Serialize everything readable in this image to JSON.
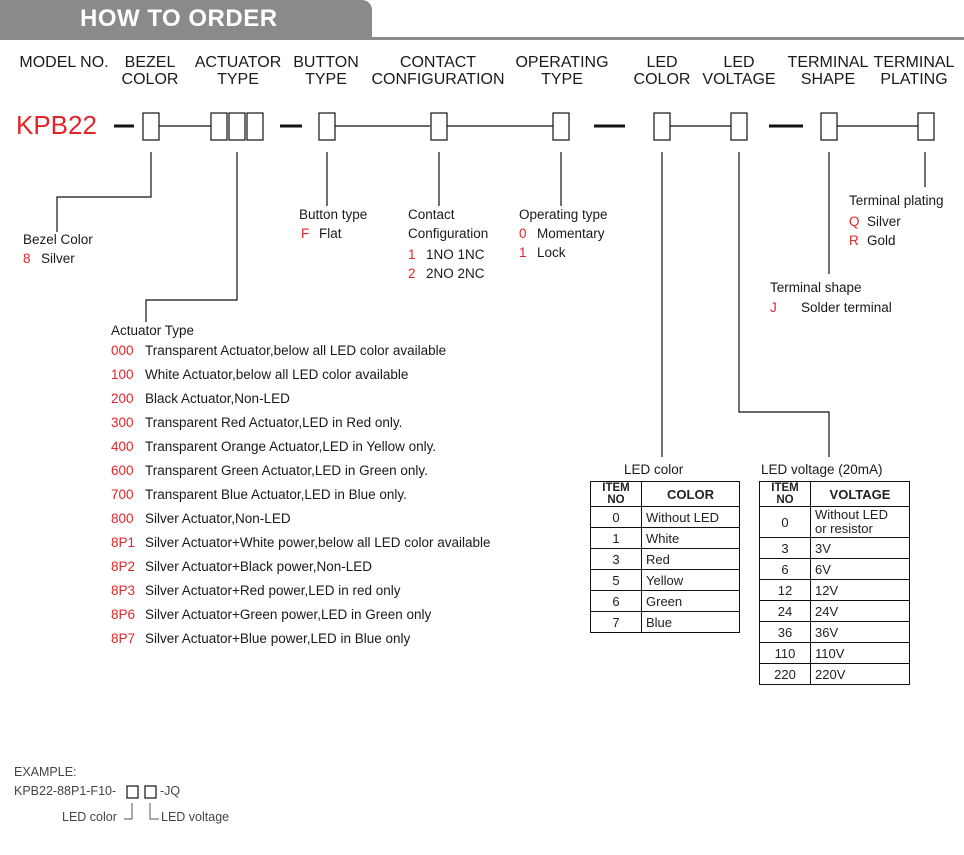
{
  "header": {
    "title": "HOW TO ORDER"
  },
  "columns": [
    {
      "id": "model",
      "line1": "MODEL NO.",
      "line2": ""
    },
    {
      "id": "bezel",
      "line1": "BEZEL",
      "line2": "COLOR"
    },
    {
      "id": "actuator",
      "line1": "ACTUATOR",
      "line2": "TYPE"
    },
    {
      "id": "button",
      "line1": "BUTTON",
      "line2": "TYPE"
    },
    {
      "id": "contact",
      "line1": "CONTACT",
      "line2": "CONFIGURATION"
    },
    {
      "id": "operating",
      "line1": "OPERATING",
      "line2": "TYPE"
    },
    {
      "id": "led_color",
      "line1": "LED",
      "line2": "COLOR"
    },
    {
      "id": "led_voltage",
      "line1": "LED",
      "line2": "VOLTAGE"
    },
    {
      "id": "terminal_shape",
      "line1": "TERMINAL",
      "line2": "SHAPE"
    },
    {
      "id": "terminal_plating",
      "line1": "TERMINAL",
      "line2": "PLATING"
    }
  ],
  "model_no": "KPB22",
  "bezel_color": {
    "title": "Bezel Color",
    "options": [
      {
        "code": "8",
        "desc": "Silver"
      }
    ]
  },
  "button_type": {
    "title": "Button type",
    "options": [
      {
        "code": "F",
        "desc": "Flat"
      }
    ]
  },
  "contact_config": {
    "title1": "Contact",
    "title2": "Configuration",
    "options": [
      {
        "code": "1",
        "desc": "1NO 1NC"
      },
      {
        "code": "2",
        "desc": "2NO 2NC"
      }
    ]
  },
  "operating_type": {
    "title": "Operating type",
    "options": [
      {
        "code": "0",
        "desc": "Momentary"
      },
      {
        "code": "1",
        "desc": "Lock"
      }
    ]
  },
  "terminal_plating": {
    "title": "Terminal plating",
    "options": [
      {
        "code": "Q",
        "desc": "Silver"
      },
      {
        "code": "R",
        "desc": "Gold"
      }
    ]
  },
  "terminal_shape": {
    "title": "Terminal shape",
    "options": [
      {
        "code": "J",
        "desc": "Solder terminal"
      }
    ]
  },
  "actuator_type": {
    "title": "Actuator Type",
    "options": [
      {
        "code": "000",
        "desc": "Transparent Actuator,below all LED color available"
      },
      {
        "code": "100",
        "desc": "White Actuator,below all LED color available"
      },
      {
        "code": "200",
        "desc": "Black Actuator,Non-LED"
      },
      {
        "code": "300",
        "desc": "Transparent Red Actuator,LED in Red only."
      },
      {
        "code": "400",
        "desc": "Transparent Orange Actuator,LED in Yellow only."
      },
      {
        "code": "600",
        "desc": "Transparent Green Actuator,LED in Green only."
      },
      {
        "code": "700",
        "desc": "Transparent Blue Actuator,LED in Blue only."
      },
      {
        "code": "800",
        "desc": "Silver Actuator,Non-LED"
      },
      {
        "code": "8P1",
        "desc": "Silver Actuator+White power,below all LED color available"
      },
      {
        "code": "8P2",
        "desc": "Silver Actuator+Black power,Non-LED"
      },
      {
        "code": "8P3",
        "desc": "Silver Actuator+Red power,LED in red only"
      },
      {
        "code": "8P6",
        "desc": "Silver Actuator+Green power,LED in Green only"
      },
      {
        "code": "8P7",
        "desc": "Silver Actuator+Blue power,LED in Blue only"
      }
    ]
  },
  "led_color": {
    "title": "LED color",
    "headers": [
      "ITEM NO",
      "COLOR"
    ],
    "rows": [
      {
        "item": "0",
        "value": "Without LED"
      },
      {
        "item": "1",
        "value": "White"
      },
      {
        "item": "3",
        "value": "Red"
      },
      {
        "item": "5",
        "value": "Yellow"
      },
      {
        "item": "6",
        "value": "Green"
      },
      {
        "item": "7",
        "value": "Blue"
      }
    ]
  },
  "led_voltage": {
    "title": "LED voltage (20mA)",
    "headers": [
      "ITEM NO",
      "VOLTAGE"
    ],
    "rows": [
      {
        "item": "0",
        "value1": "Without LED",
        "value2": "or resistor"
      },
      {
        "item": "3",
        "value1": "3V",
        "value2": ""
      },
      {
        "item": "6",
        "value1": "6V",
        "value2": ""
      },
      {
        "item": "12",
        "value1": "12V",
        "value2": ""
      },
      {
        "item": "24",
        "value1": "24V",
        "value2": ""
      },
      {
        "item": "36",
        "value1": "36V",
        "value2": ""
      },
      {
        "item": "110",
        "value1": "110V",
        "value2": ""
      },
      {
        "item": "220",
        "value1": "220V",
        "value2": ""
      }
    ]
  },
  "example": {
    "label": "EXAMPLE:",
    "code_prefix": "KPB22-88P1-F10-",
    "code_suffix": "-JQ",
    "led_color_note": "LED color",
    "led_voltage_note": "LED voltage"
  },
  "colors": {
    "header_bg": "#8a8a8a",
    "accent_red": "#e3242b",
    "line": "#111111"
  }
}
